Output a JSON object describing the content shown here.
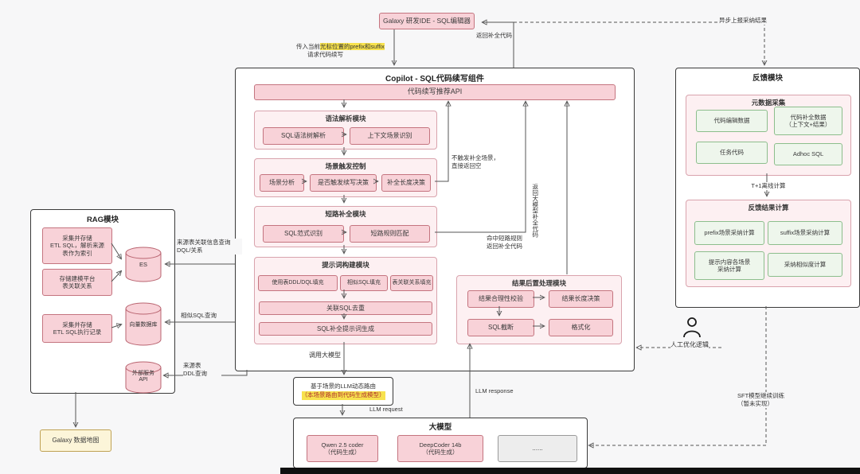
{
  "top": {
    "ide_title": "Galaxy 研发IDE - SQL编辑器",
    "request_line1_pre": "传入当前",
    "request_line1_hl": "光标位置的prefix和suffix",
    "request_line2": "请求代码续写",
    "return_label": "返回补全代码",
    "async_label": "异步上报采纳结果"
  },
  "copilot": {
    "title": "Copilot - SQL代码续写组件",
    "api_bar": "代码续写推荐API",
    "syntax": {
      "title": "语法解析模块",
      "item1": "SQL语法树解析",
      "item2": "上下文场景识别"
    },
    "trigger": {
      "title": "场景触发控制",
      "item1": "场景分析",
      "item2": "是否触发续写决策",
      "item3": "补全长度决策"
    },
    "shortcut": {
      "title": "短路补全模块",
      "item1": "SQL范式识别",
      "item2": "短路规则匹配"
    },
    "prompt": {
      "title": "提示词构建模块",
      "item1": "使用表DDL/DQL填充",
      "item2": "相似SQL填充",
      "item3": "表关联关系填充",
      "bar1": "关联SQL去重",
      "bar2": "SQL补全提示词生成"
    },
    "post": {
      "title": "结果后置处理模块",
      "item1": "结果合理性校验",
      "item2": "结果长度决策",
      "item3": "SQL截断",
      "item4": "格式化"
    },
    "labels": {
      "no_trigger": "不触发补全场景，\n直接返回空",
      "shortcut_hit": "命中短路规则\n返回补全代码",
      "llm_return": "返回大模型补全代码",
      "call_llm": "调用大模型"
    }
  },
  "rag": {
    "title": "RAG模块",
    "box1": "采集并存储\nETL SQL，解析来源\n表作为索引",
    "box2": "存储建模平台\n表关联关系",
    "box3": "采集并存储\nETL SQL执行记录",
    "cyl1": "ES",
    "cyl2": "向量数据库",
    "cyl3": "外部服务\nAPI",
    "query1": "来源表关联信息查询\nDQL/关系",
    "query2": "相似SQL查询",
    "query3": "来源表\nDDL查询",
    "galaxy_map": "Galaxy 数据地图"
  },
  "router": {
    "line1": "基于场景的LLM动态路由",
    "line2": "（本场景路由到代码生成模型）",
    "llm_request": "LLM request",
    "llm_response": "LLM response"
  },
  "llm": {
    "title": "大模型",
    "model1": "Qwen 2.5 coder\n（代码生成）",
    "model2": "DeepCoder 14b\n（代码生成）",
    "model3": "......"
  },
  "feedback": {
    "title": "反馈模块",
    "meta": {
      "title": "元数据采集",
      "item1": "代码编辑数据",
      "item2": "代码补全数据\n（上下文+结果）",
      "item3": "任务代码",
      "item4": "Adhoc SQL"
    },
    "offline_label": "T+1离线计算",
    "result": {
      "title": "反馈结果计算",
      "item1": "prefix场景采纳计算",
      "item2": "suffix场景采纳计算",
      "item3": "提示内容各场景\n采纳计算",
      "item4": "采纳相似度计算"
    },
    "manual_label": "人工优化逻辑",
    "sft_label": "SFT模型继续训练\n（暂未实现）"
  },
  "colors": {
    "pink_fill": "#f8d2d8",
    "pink_border": "#c4747f",
    "module_fill": "#fdf0f2",
    "module_border": "#d9a3ad",
    "green_fill": "#eef6ec",
    "green_border": "#8cbe8c",
    "yellow_fill": "#fcf5d9",
    "highlight": "#f7e24e",
    "red_text": "#b03030"
  }
}
